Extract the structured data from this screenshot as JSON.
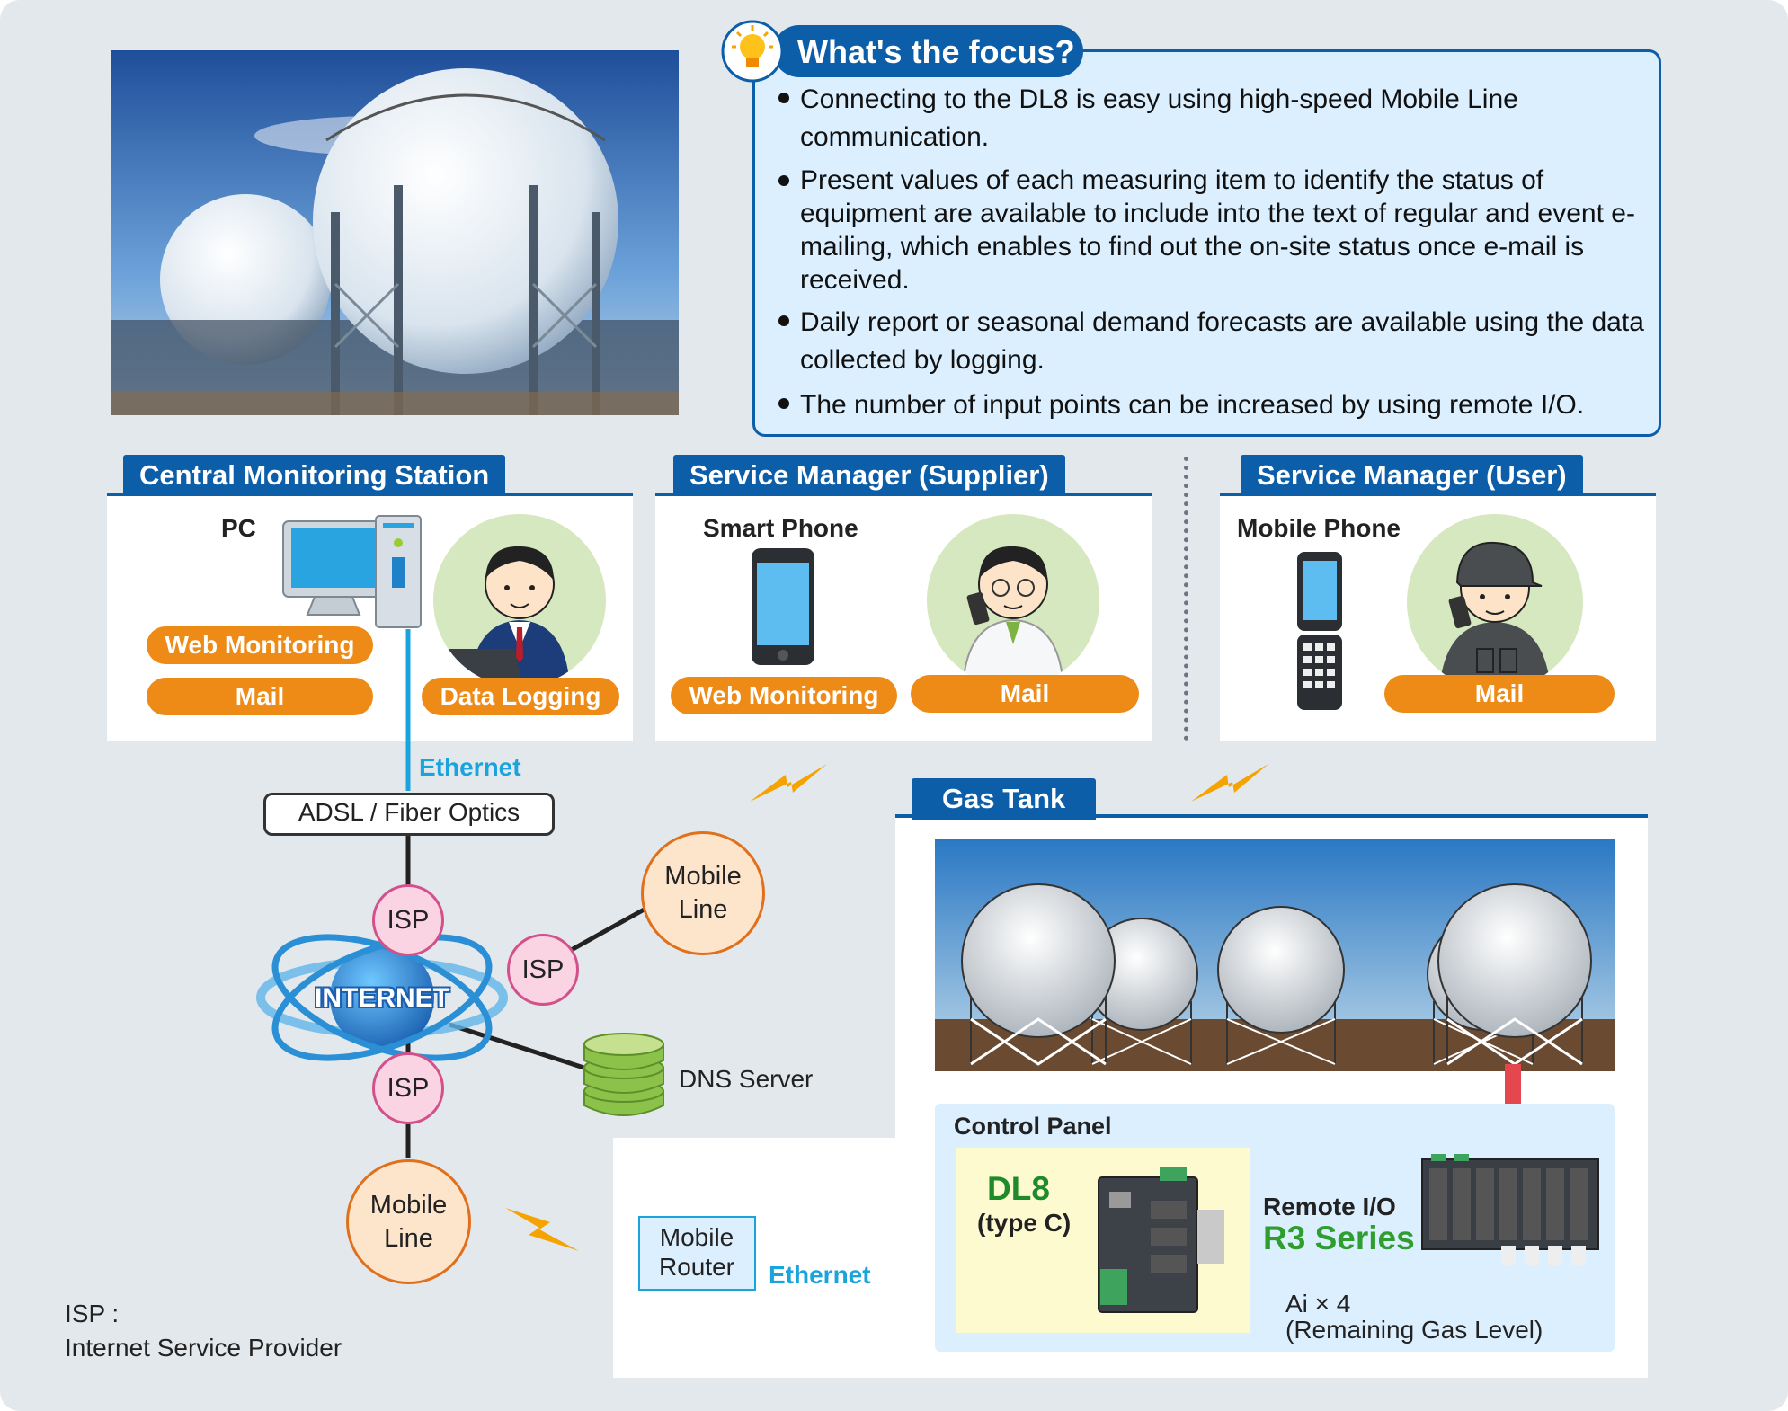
{
  "focus": {
    "title": "What's the focus?",
    "bullets": [
      "Connecting to the DL8 is easy using high-speed Mobile Line communication.",
      "Present values of each measuring item to identify the status of equipment are available to include into the text of regular and event e-mailing, which enables to find out the on-site status once e-mail is received.",
      "Daily report or seasonal demand forecasts are available using the data collected by logging.",
      "The number of input points can be increased by using remote I/O."
    ]
  },
  "central": {
    "title": "Central Monitoring Station",
    "device": "PC",
    "web": "Web Monitoring",
    "mail": "Mail",
    "logging": "Data Logging"
  },
  "supplier": {
    "title": "Service Manager (Supplier)",
    "device": "Smart Phone",
    "web": "Web Monitoring",
    "mail": "Mail"
  },
  "user": {
    "title": "Service Manager (User)",
    "device": "Mobile Phone",
    "mail": "Mail"
  },
  "network": {
    "ethernet_top": "Ethernet",
    "adsl": "ADSL / Fiber Optics",
    "isp": "ISP",
    "internet": "INTERNET",
    "mobile_line": [
      "Mobile",
      "Line"
    ],
    "dns": "DNS Server",
    "legend_abbr": "ISP :",
    "legend_full": "Internet Service Provider"
  },
  "gastank": {
    "title": "Gas Tank",
    "control_panel": "Control Panel",
    "dl8": "DL8",
    "dl8_type": "(type C)",
    "remote_io": "Remote I/O",
    "r3": "R3 Series",
    "ai": "Ai × 4",
    "ai_desc": "(Remaining Gas Level)",
    "router": [
      "Mobile",
      "Router"
    ],
    "ethernet": "Ethernet"
  },
  "colors": {
    "header_blue": "#0d5ea8",
    "orange": "#ee8a16",
    "ethernet_blue": "#1aa3dd",
    "r3_green": "#2f9e2f",
    "dl8_green": "#1f8a2a",
    "arrow_red": "#e5474f"
  }
}
